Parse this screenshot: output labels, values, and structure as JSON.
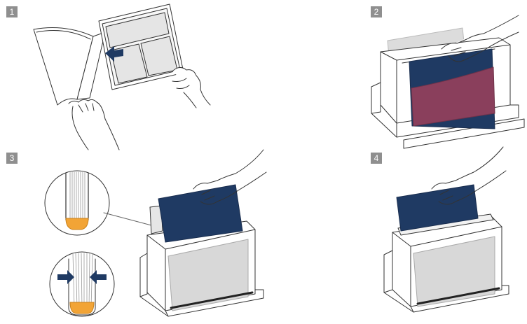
{
  "steps": [
    {
      "number": "1"
    },
    {
      "number": "2"
    },
    {
      "number": "3"
    },
    {
      "number": "4"
    }
  ],
  "colors": {
    "badge": "#8f8f8f",
    "cover_blue": "#1f3a63",
    "cover_purple": "#8a3f5c",
    "spine_orange": "#f2a436",
    "arrow_blue": "#1f3a63",
    "line": "#333333",
    "gray_fill": "#d8d8d8",
    "light_gray": "#e6e6e6"
  },
  "icons": [
    "book-open-icon",
    "insert-arrow-icon",
    "hand-icon",
    "binding-machine-icon",
    "spine-detail-icon",
    "clamp-arrow-icon"
  ]
}
